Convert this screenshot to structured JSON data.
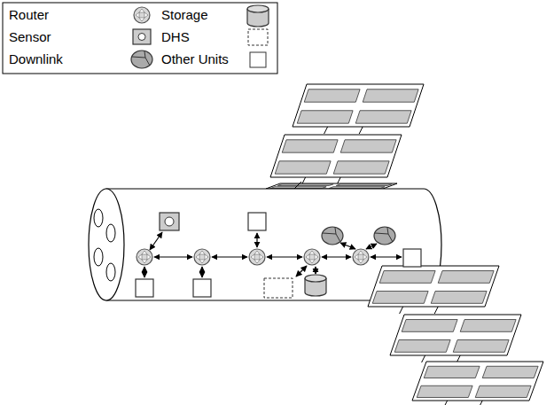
{
  "diagram": {
    "legend": [
      {
        "text": "Router"
      },
      {
        "text": "Storage"
      },
      {
        "text": "Sensor"
      },
      {
        "text": "DHS"
      },
      {
        "text": "Downlink"
      },
      {
        "text": "Other Units"
      }
    ]
  }
}
